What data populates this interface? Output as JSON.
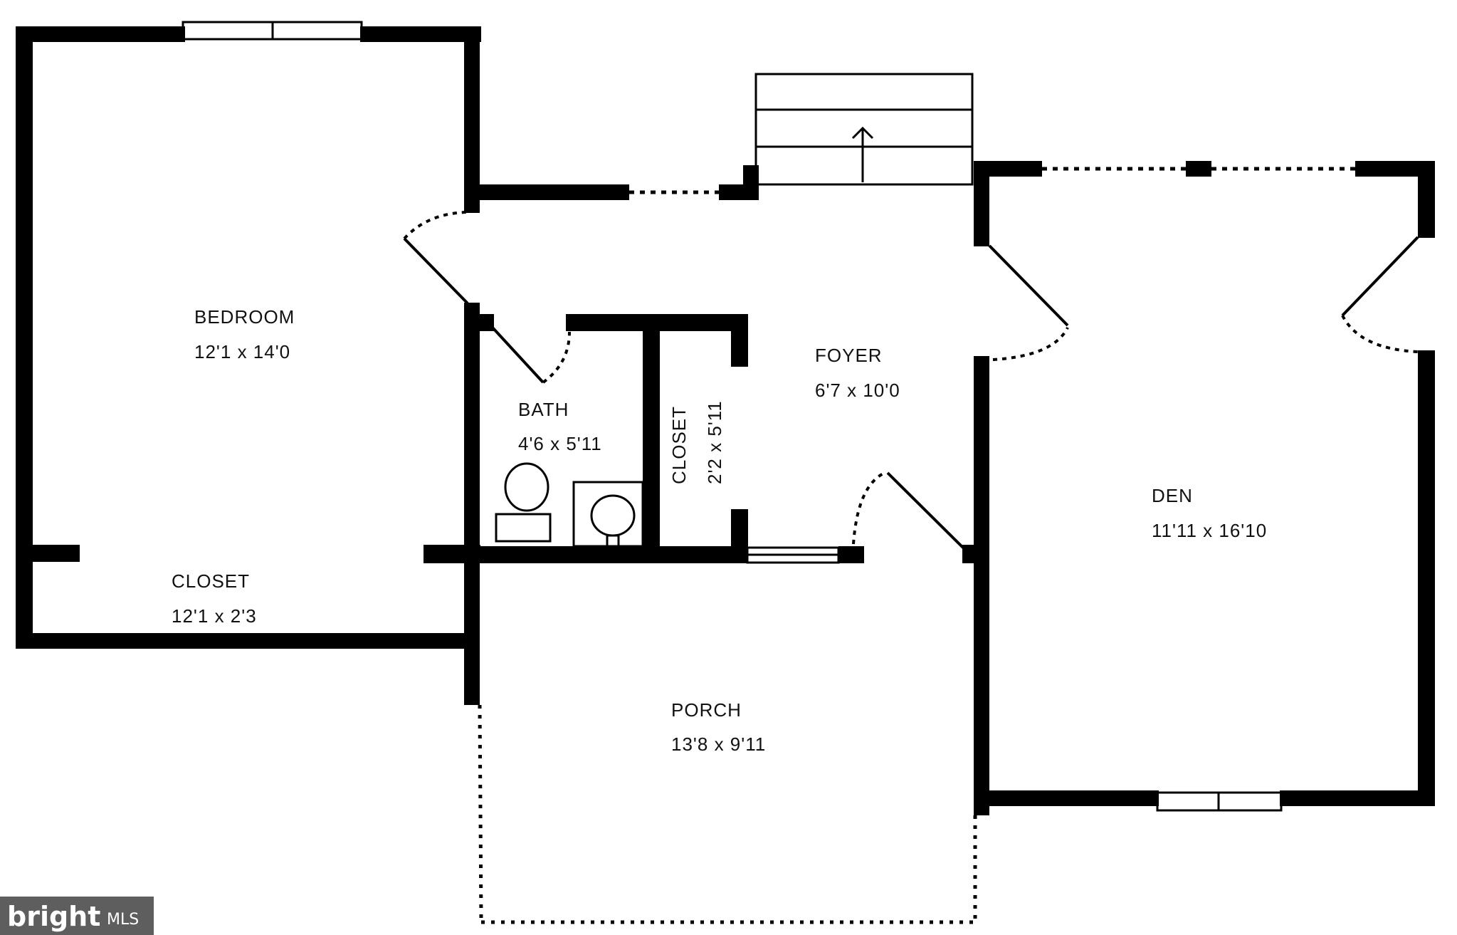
{
  "rooms": {
    "bedroom": {
      "name": "BEDROOM",
      "dims": "12'1 x 14'0"
    },
    "closet_main": {
      "name": "CLOSET",
      "dims": "12'1 x 2'3"
    },
    "bath": {
      "name": "BATH",
      "dims": "4'6 x 5'11"
    },
    "closet_small": {
      "name": "CLOSET",
      "dims": "2'2 x 5'11"
    },
    "foyer": {
      "name": "FOYER",
      "dims": "6'7 x 10'0"
    },
    "den": {
      "name": "DEN",
      "dims": "11'11 x 16'10"
    },
    "porch": {
      "name": "PORCH",
      "dims": "13'8 x 9'11"
    }
  },
  "logo": {
    "brand": "bright",
    "suffix": "MLS"
  },
  "colors": {
    "wall": "#000000",
    "background": "#ffffff",
    "logo_bg": "#5e5e5e"
  },
  "icons": {
    "stairs_arrow": "arrow-up-icon"
  }
}
